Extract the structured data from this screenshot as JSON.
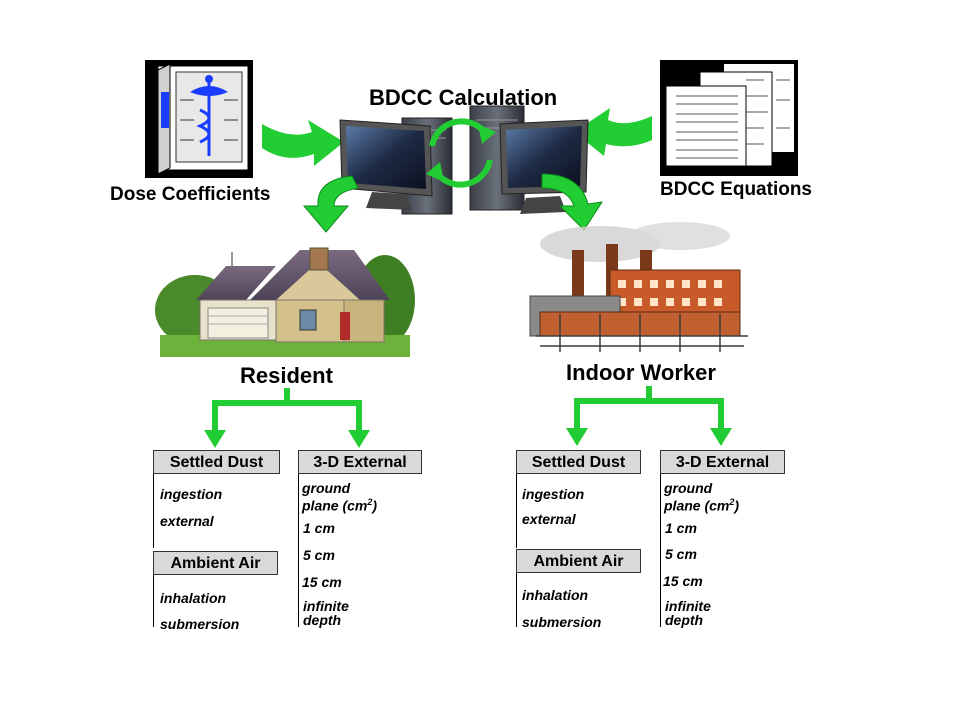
{
  "top": {
    "title": "BDCC Calculation",
    "dose_label": "Dose Coefficients",
    "equations_label": "BDCC Equations"
  },
  "receptors": [
    {
      "name": "Resident",
      "settled_dust": "Settled Dust",
      "settled_dust_items": [
        "ingestion",
        "external"
      ],
      "ambient_air": "Ambient Air",
      "ambient_air_items": [
        "inhalation",
        "submersion"
      ],
      "external": "3-D External",
      "external_items": [
        "ground",
        "plane (cm",
        "2",
        ")",
        "1 cm",
        "5 cm",
        "15 cm",
        "infinite",
        "depth"
      ]
    },
    {
      "name": "Indoor Worker",
      "settled_dust": "Settled Dust",
      "settled_dust_items": [
        "ingestion",
        "external"
      ],
      "ambient_air": "Ambient Air",
      "ambient_air_items": [
        "inhalation",
        "submersion"
      ],
      "external": "3-D External",
      "external_items": [
        "ground",
        "plane (cm",
        "2",
        ")",
        "1 cm",
        "5 cm",
        "15 cm",
        "infinite",
        "depth"
      ]
    }
  ],
  "colors": {
    "arrow_green": "#22cc33",
    "box_fill": "#d9d9d9"
  }
}
